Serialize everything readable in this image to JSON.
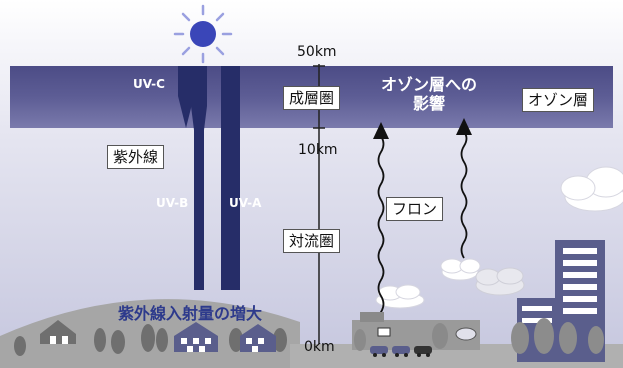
{
  "labels": {
    "uv_c": "UV-C",
    "uv_b": "UV-B",
    "uv_a": "UV-A",
    "alt_50": "50km",
    "alt_10": "10km",
    "alt_0": "0km",
    "stratosphere": "成層圏",
    "troposphere": "対流圏",
    "ultraviolet": "紫外線",
    "freon": "フロン",
    "ozone_layer": "オゾン層",
    "ozone_effect_line1": "オゾン層への",
    "ozone_effect_line2": "影響",
    "uv_increase": "紫外線入射量の増大"
  },
  "icons": [
    "sun-icon",
    "cloud-icon",
    "house-icon",
    "tree-icon",
    "car-icon",
    "building-icon",
    "factory-icon",
    "wavy-arrow-icon"
  ],
  "colors": {
    "sky_top": "#ffffff",
    "sky_bottom": "#cbcce2",
    "ozone_band": "#5a5a92",
    "uv_beam": "#262d68",
    "sun": "#3a46b8",
    "ground": "#9c9c9c",
    "headline_text": "#2d3a8c"
  }
}
